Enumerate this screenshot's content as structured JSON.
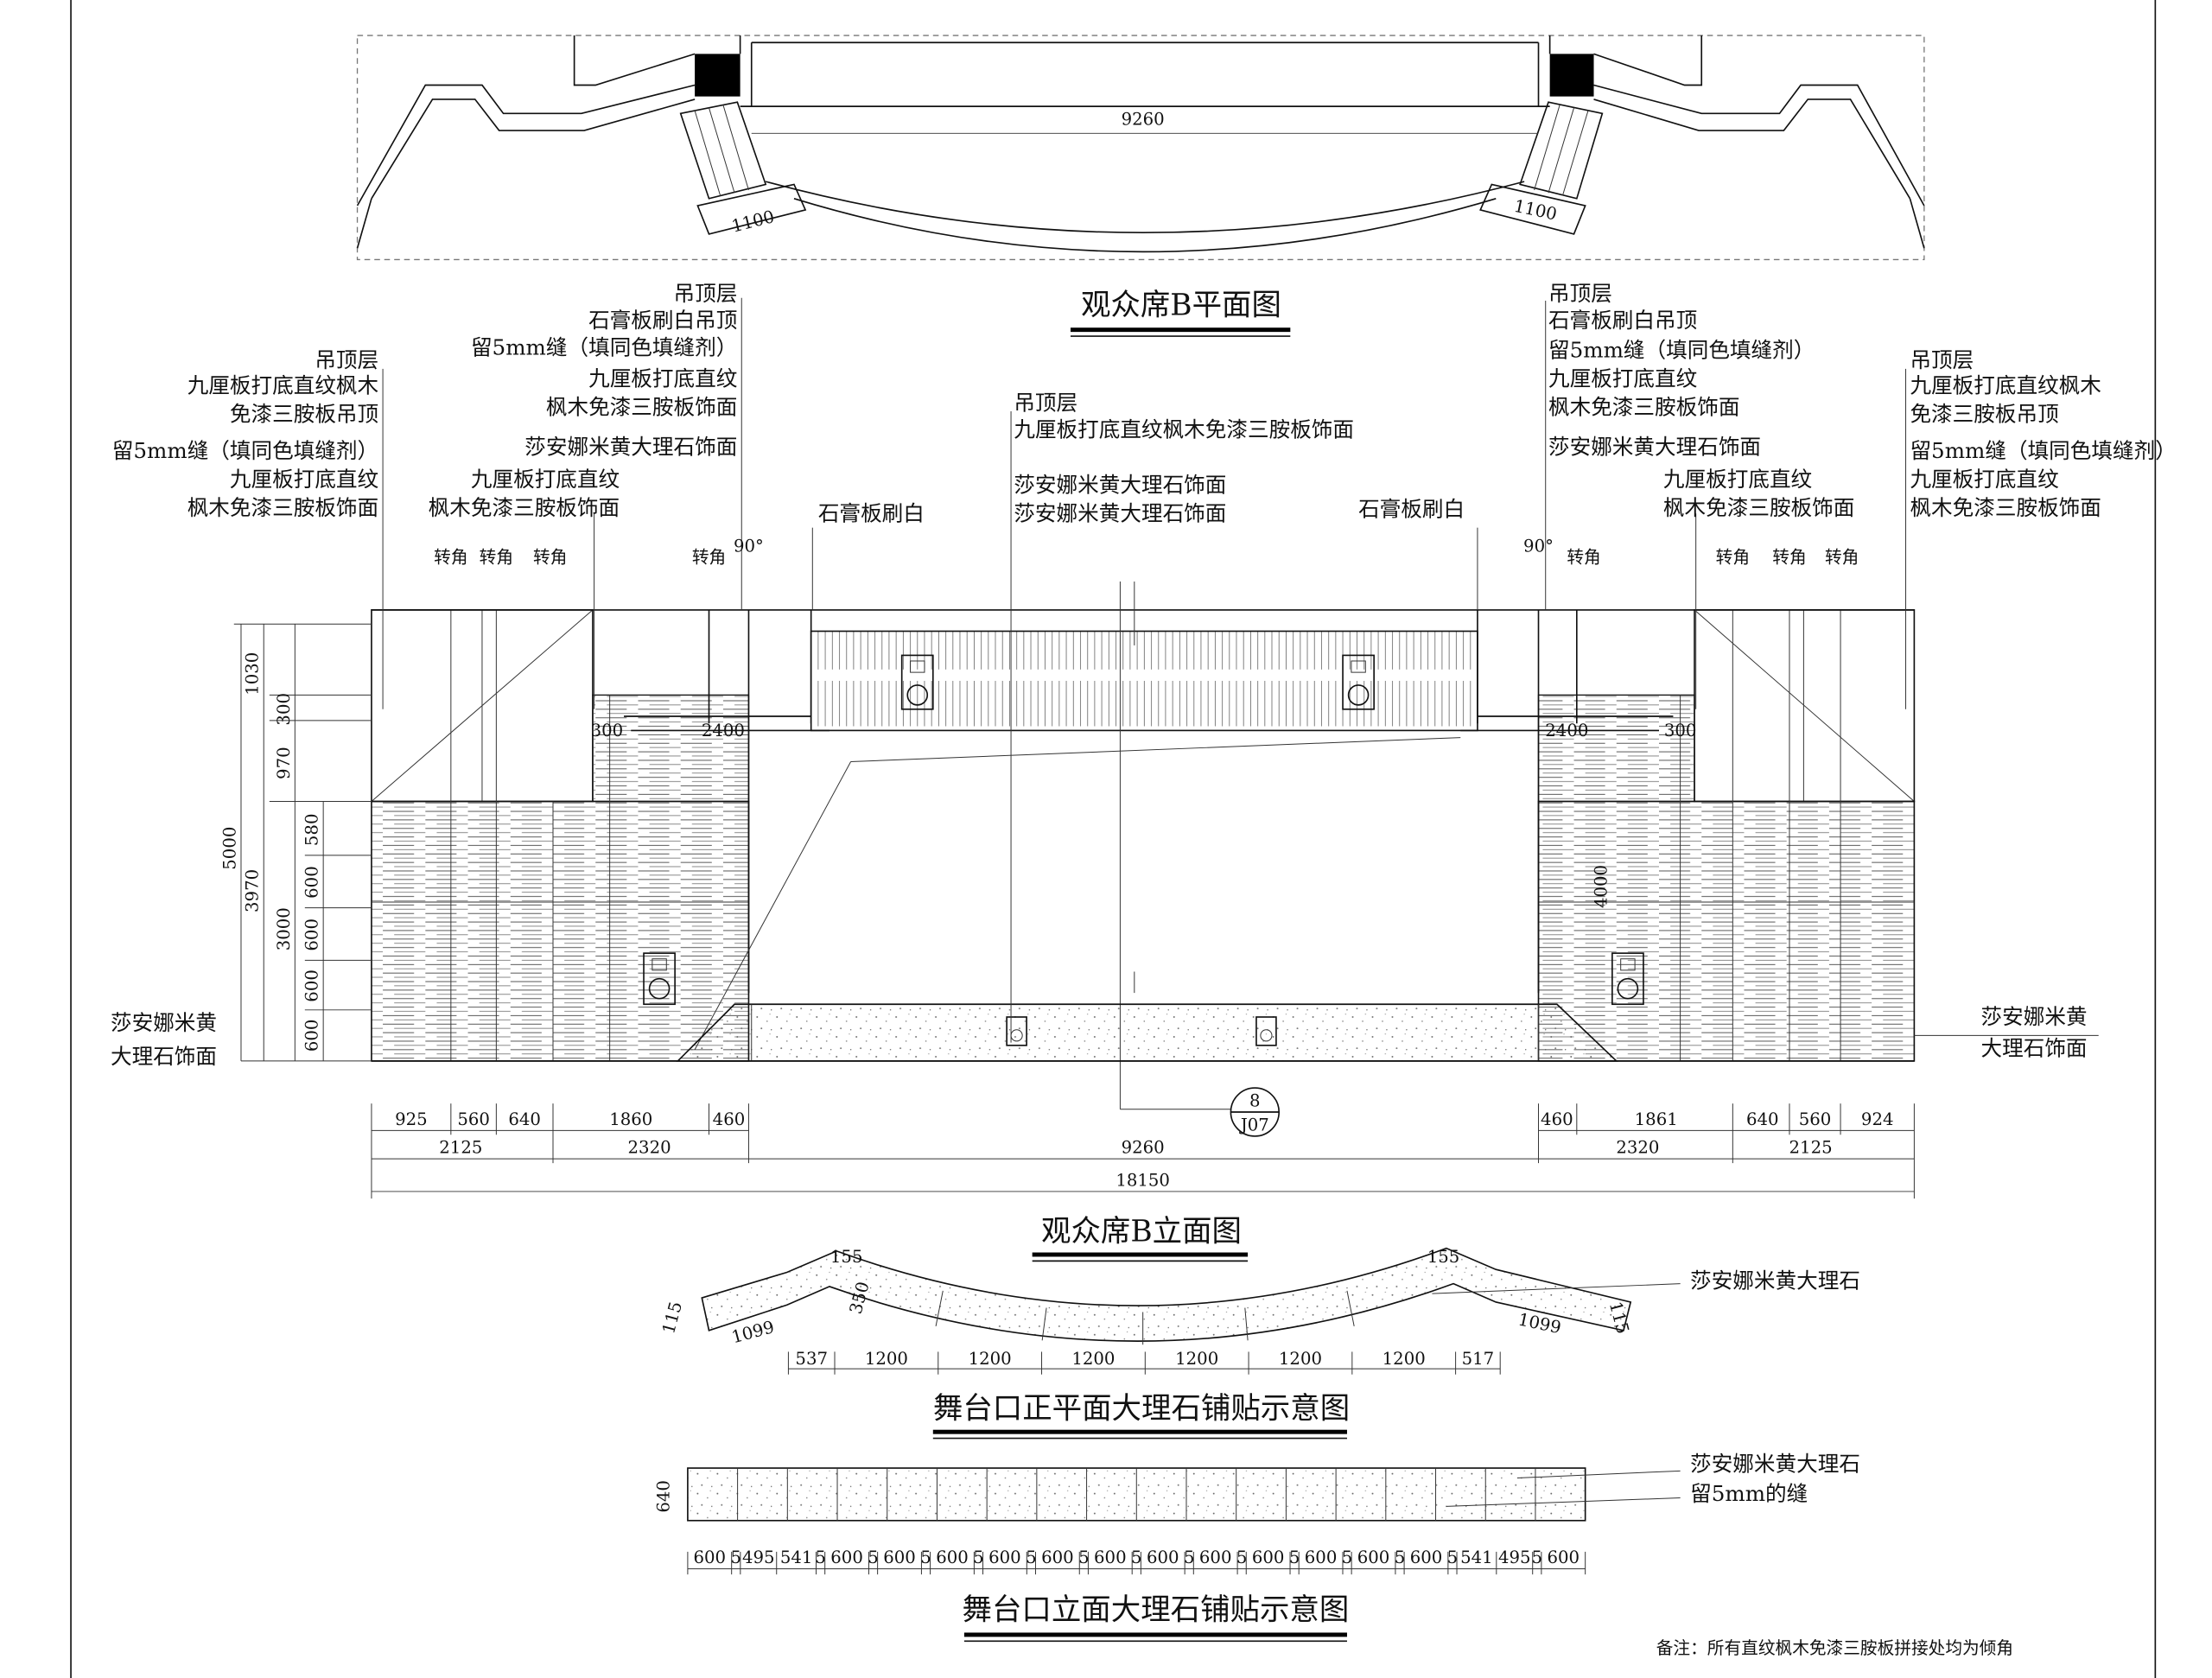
{
  "plan": {
    "title": "观众席B平面图",
    "dim_span": "9260",
    "dim_left": "1100",
    "dim_right": "1100"
  },
  "elevation": {
    "title": "观众席B立面图",
    "callout_left_a": [
      "吊顶层",
      "九厘板打底直纹枫木",
      "免漆三胺板吊顶",
      "留5mm缝（填同色填缝剂）",
      "九厘板打底直纹",
      "枫木免漆三胺板饰面"
    ],
    "callout_left_b": [
      "吊顶层",
      "石膏板刷白吊顶",
      "留5mm缝（填同色填缝剂）",
      "九厘板打底直纹",
      "枫木免漆三胺板饰面",
      "莎安娜米黄大理石饰面"
    ],
    "callout_left_c": [
      "九厘板打底直纹",
      "枫木免漆三胺板饰面"
    ],
    "callout_center": [
      "吊顶层",
      "九厘板打底直纹枫木免漆三胺板饰面",
      "莎安娜米黄大理石饰面",
      "莎安娜米黄大理石饰面"
    ],
    "gypsum_left": "石膏板刷白",
    "gypsum_right": "石膏板刷白",
    "callout_right_b": [
      "吊顶层",
      "石膏板刷白吊顶",
      "留5mm缝（填同色填缝剂）",
      "九厘板打底直纹",
      "枫木免漆三胺板饰面",
      "莎安娜米黄大理石饰面"
    ],
    "callout_right_c": [
      "九厘板打底直纹",
      "枫木免漆三胺板饰面"
    ],
    "callout_right_a": [
      "吊顶层",
      "九厘板打底直纹枫木",
      "免漆三胺板吊顶",
      "留5mm缝（填同色填缝剂）",
      "九厘板打底直纹",
      "枫木免漆三胺板饰面"
    ],
    "corner_label": "转角",
    "angle_label": "90°",
    "vertical_dims": {
      "d1030": "1030",
      "d300": "300",
      "d970": "970",
      "d580": "580",
      "d600": "600",
      "d5000": "5000",
      "d3970": "3970",
      "d3000": "3000",
      "d4000": "4000"
    },
    "small_dims": [
      "300",
      "2400",
      "2400",
      "300"
    ],
    "marble_left": [
      "莎安娜米黄",
      "大理石饰面"
    ],
    "marble_right": [
      "莎安娜米黄",
      "大理石饰面"
    ],
    "bottom_row1_left": [
      "925",
      "560",
      "640",
      "1860",
      "460"
    ],
    "bottom_row1_right": [
      "460",
      "1861",
      "640",
      "560",
      "924"
    ],
    "bottom_row2": [
      "2125",
      "2320",
      "9260",
      "2320",
      "2125"
    ],
    "bottom_total": "18150",
    "section_marker": {
      "number": "8",
      "sheet": "J07"
    }
  },
  "stage_plan": {
    "title": "舞台口正平面大理石铺贴示意图",
    "material": "莎安娜米黄大理石",
    "dims_top": [
      "155",
      "350",
      "155"
    ],
    "dims_ends": [
      "115",
      "115"
    ],
    "dims_side": [
      "1099",
      "1099"
    ],
    "dims_bottom": [
      "537",
      "1200",
      "1200",
      "1200",
      "1200",
      "1200",
      "1200",
      "517"
    ]
  },
  "stage_elevation": {
    "title": "舞台口立面大理石铺贴示意图",
    "height_dim": "640",
    "labels": [
      "莎安娜米黄大理石",
      "留5mm的缝"
    ],
    "dims_bottom": [
      "600",
      "5",
      "495",
      "541",
      "5",
      "600",
      "5",
      "600",
      "5",
      "600",
      "5",
      "600",
      "5",
      "600",
      "5",
      "600",
      "5",
      "600",
      "5",
      "600",
      "5",
      "600",
      "5",
      "600",
      "5",
      "600",
      "5",
      "600",
      "5",
      "541",
      "495",
      "5",
      "600"
    ]
  },
  "note": "备注：所有直纹枫木免漆三胺板拼接处均为倾角"
}
